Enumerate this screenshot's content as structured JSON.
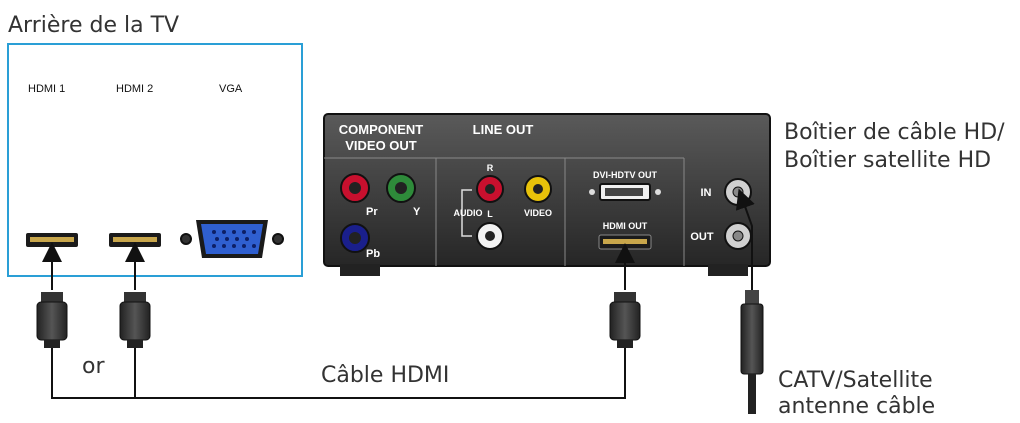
{
  "tv": {
    "title": "Arrière de la TV",
    "ports": {
      "hdmi1": "HDMI 1",
      "hdmi2": "HDMI 2",
      "vga": "VGA"
    },
    "border_color": "#2a9fd6"
  },
  "box": {
    "name_line1": "Boîtier de câble HD/",
    "name_line2": "Boîtier satellite HD",
    "component_line1": "COMPONENT",
    "component_line2": "VIDEO OUT",
    "line_out": "LINE OUT",
    "pr": "Pr",
    "y": "Y",
    "pb": "Pb",
    "r": "R",
    "audio": "AUDIO",
    "l": "L",
    "video": "VIDEO",
    "dvi": "DVI-HDTV OUT",
    "hdmi_out": "HDMI OUT",
    "in": "IN",
    "out": "OUT"
  },
  "cables": {
    "or": "or",
    "hdmi_cable": "Câble HDMI",
    "antenna_line1": "CATV/Satellite",
    "antenna_line2": "antenne câble"
  },
  "icons": [
    "hdmi-port-icon",
    "vga-port-icon",
    "rca-jack-icon",
    "coax-jack-icon",
    "hdmi-plug-icon",
    "coax-plug-icon",
    "arrow-up-icon"
  ],
  "colors": {
    "red": "#c8102e",
    "green": "#2e8b3a",
    "blue": "#1a1f8c",
    "yellow": "#e8c20a",
    "white": "#f2f2f2",
    "panel": "#2b2b2b"
  }
}
